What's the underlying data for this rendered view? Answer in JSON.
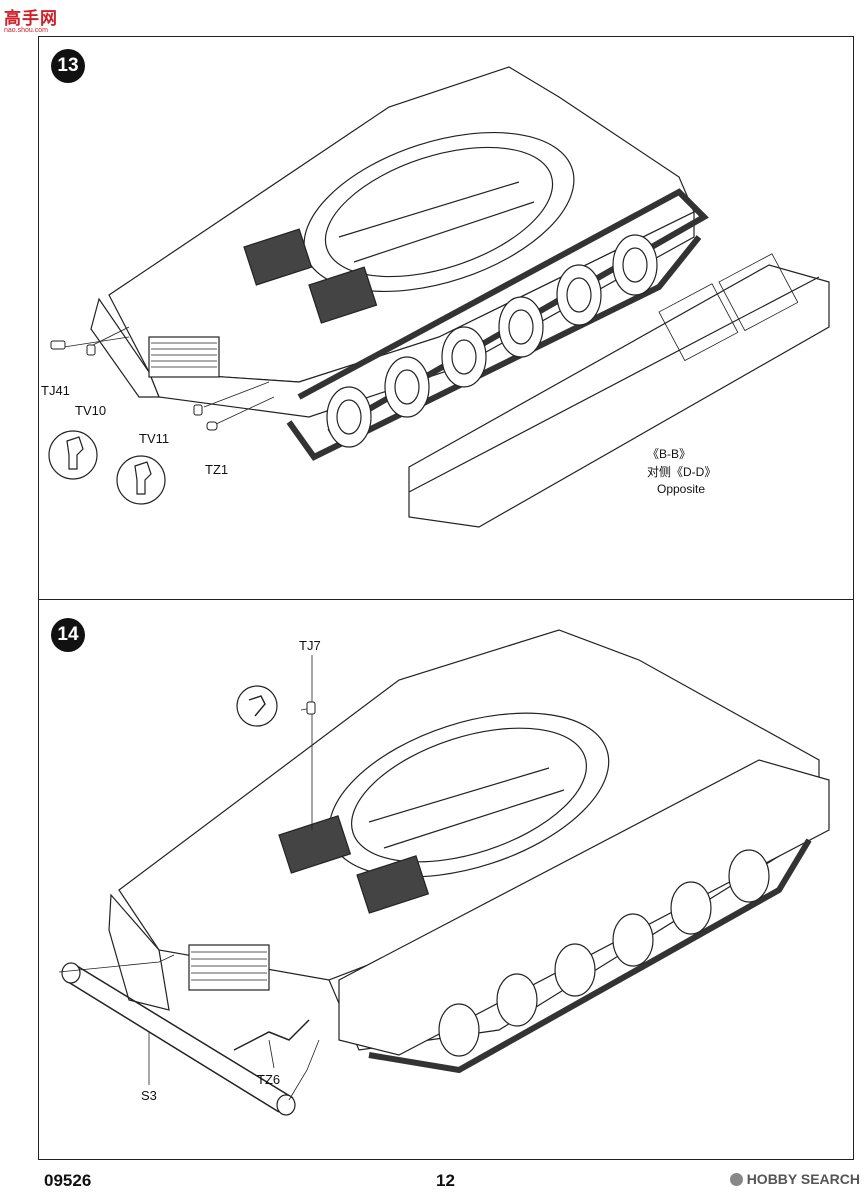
{
  "logo": {
    "text": "高手网",
    "url": "nao.shou.com"
  },
  "step13": {
    "number": "13",
    "parts": {
      "tj41": "TJ41",
      "tv10": "TV10",
      "tv11": "TV11",
      "tz1": "TZ1"
    },
    "note": {
      "line1": "《B-B》",
      "line2": "对侧《D-D》",
      "line3": "Opposite"
    }
  },
  "step14": {
    "number": "14",
    "parts": {
      "tj7": "TJ7",
      "s3": "S3",
      "tz6": "TZ6"
    }
  },
  "footer": {
    "kit_number": "09526",
    "page_number": "12",
    "watermark": "HOBBY SEARCH"
  }
}
